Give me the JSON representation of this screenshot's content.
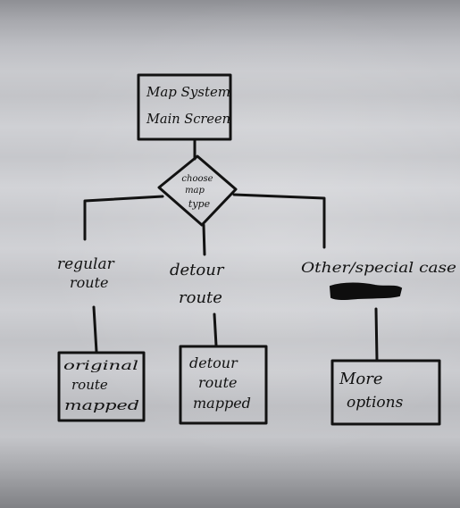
{
  "diagram": {
    "root": {
      "line1": "Map System",
      "line2": "Main Screen"
    },
    "decision": {
      "line1": "choose",
      "line2": "map",
      "line3": "type"
    },
    "branches": [
      {
        "label_line1": "regular",
        "label_line2": "route",
        "result_line1": "original",
        "result_line2": "route",
        "result_line3": "mapped"
      },
      {
        "label_line1": "detour",
        "label_line2": "route",
        "result_line1": "detour",
        "result_line2": "route",
        "result_line3": "mapped"
      },
      {
        "label_line1": "Other/special case",
        "label_line2": "",
        "result_line1": "More",
        "result_line2": "options",
        "result_line3": ""
      }
    ],
    "ink_color": "#121212"
  }
}
